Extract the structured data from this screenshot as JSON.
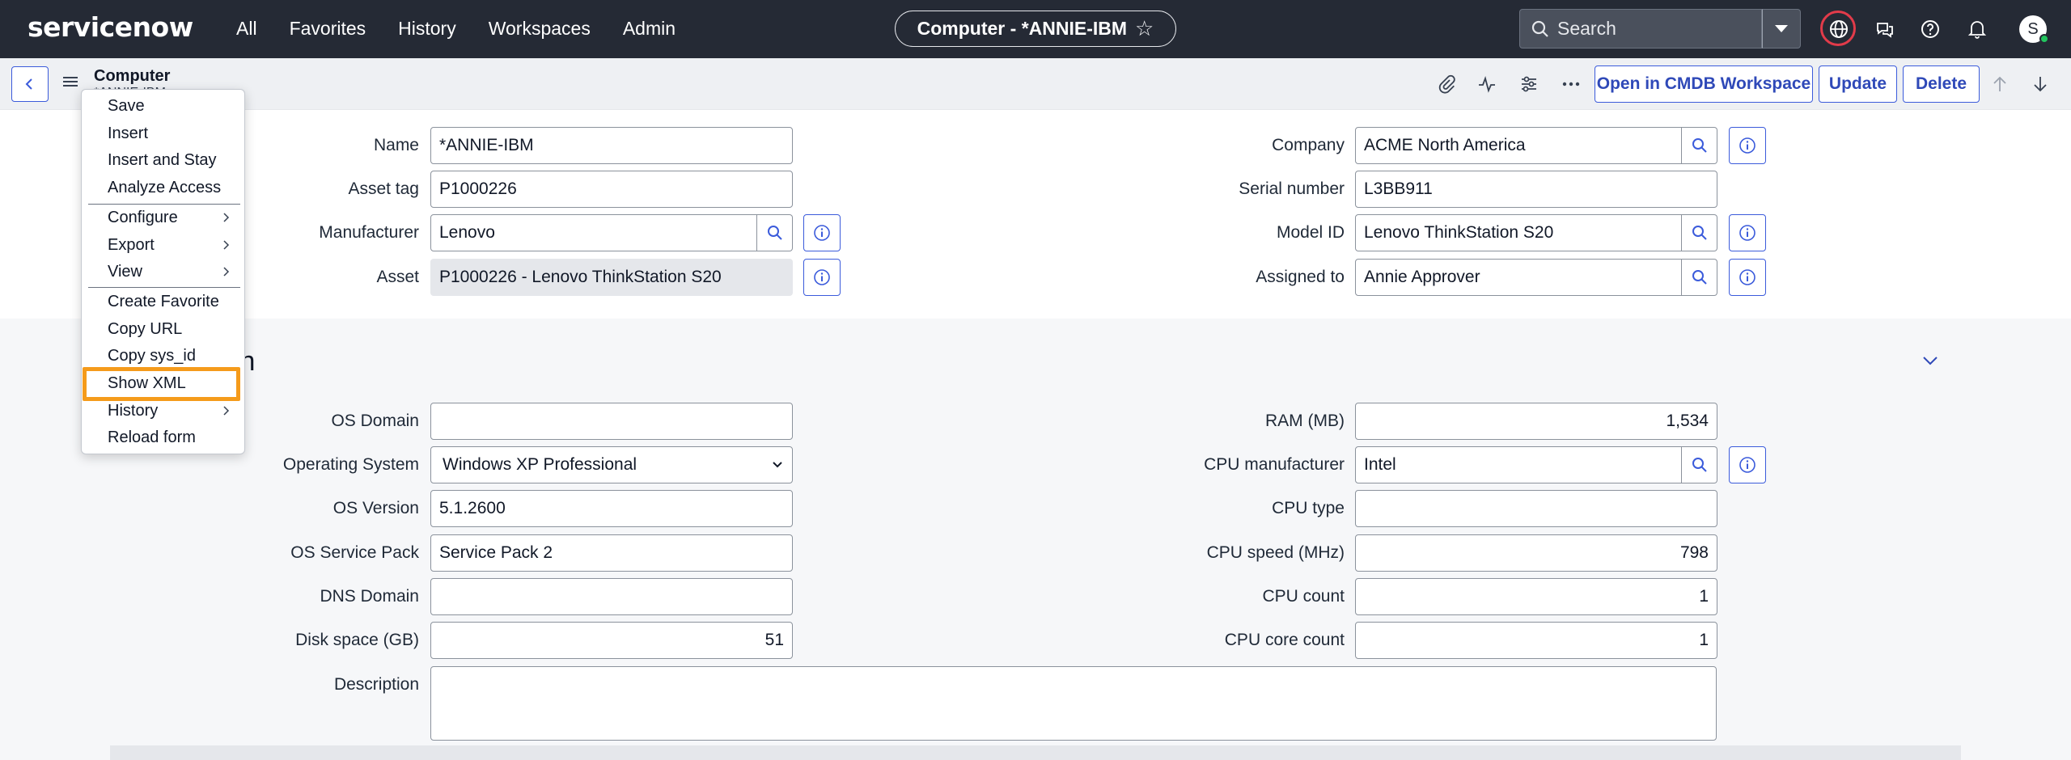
{
  "nav": {
    "logo": "servicenow",
    "links": [
      "All",
      "Favorites",
      "History",
      "Workspaces",
      "Admin"
    ],
    "context_title": "Computer - *ANNIE-IBM",
    "search_placeholder": "Search",
    "avatar_initial": "S"
  },
  "form_header": {
    "title": "Computer",
    "subtitle": "*ANNIE-IBM",
    "buttons": {
      "open_cmdb": "Open in CMDB Workspace",
      "update": "Update",
      "delete": "Delete"
    }
  },
  "general": {
    "name_label": "Name",
    "name_value": "*ANNIE-IBM",
    "asset_tag_label": "Asset tag",
    "asset_tag_value": "P1000226",
    "manufacturer_label": "Manufacturer",
    "manufacturer_value": "Lenovo",
    "asset_label": "Asset",
    "asset_value": "P1000226 - Lenovo ThinkStation S20",
    "company_label": "Company",
    "company_value": "ACME North America",
    "serial_label": "Serial number",
    "serial_value": "L3BB911",
    "model_label": "Model ID",
    "model_value": "Lenovo ThinkStation S20",
    "assigned_label": "Assigned to",
    "assigned_value": "Annie Approver"
  },
  "details": {
    "section_title_visible": "ion",
    "os_domain_label": "OS Domain",
    "os_domain_value": "",
    "os_label": "Operating System",
    "os_value": "Windows XP Professional",
    "os_version_label": "OS Version",
    "os_version_value": "5.1.2600",
    "os_sp_label": "OS Service Pack",
    "os_sp_value": "Service Pack 2",
    "dns_label": "DNS Domain",
    "dns_value": "",
    "disk_label": "Disk space (GB)",
    "disk_value": "51",
    "desc_label": "Description",
    "ram_label": "RAM (MB)",
    "ram_value": "1,534",
    "cpu_manu_label": "CPU manufacturer",
    "cpu_manu_value": "Intel",
    "cpu_type_label": "CPU type",
    "cpu_type_value": "",
    "cpu_speed_label": "CPU speed (MHz)",
    "cpu_speed_value": "798",
    "cpu_count_label": "CPU count",
    "cpu_count_value": "1",
    "cpu_core_label": "CPU core count",
    "cpu_core_value": "1"
  },
  "context_menu": {
    "items": [
      "Save",
      "Insert",
      "Insert and Stay",
      "Analyze Access",
      "Configure",
      "Export",
      "View",
      "Create Favorite",
      "Copy URL",
      "Copy sys_id",
      "Show XML",
      "History",
      "Reload form"
    ],
    "highlighted": "Show XML",
    "highlight_color": "#f59b1b"
  }
}
